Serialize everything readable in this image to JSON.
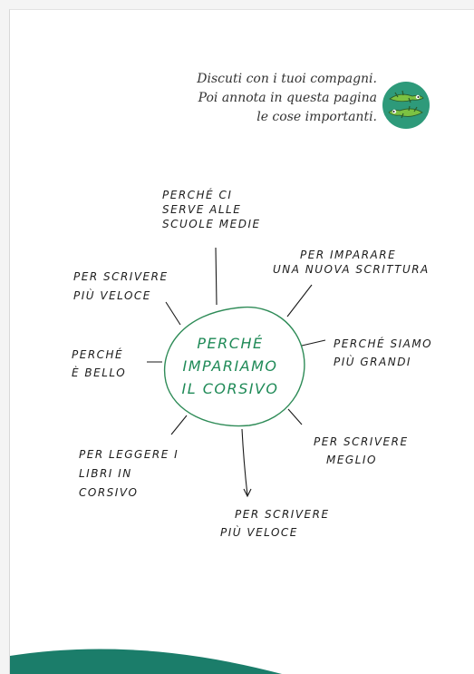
{
  "instructions": {
    "lines": [
      "Discuti con i tuoi compagni.",
      "Poi annota in questa pagina",
      "le cose importanti."
    ]
  },
  "diagram": {
    "center": {
      "lines": [
        "PERCHÉ",
        "IMPARIAMO",
        "IL CORSIVO"
      ]
    },
    "notes": [
      {
        "lines": [
          "PERCHÉ CI",
          "SERVE ALLE",
          "SCUOLE MEDIE"
        ]
      },
      {
        "lines": [
          "PER IMPARARE",
          "UNA NUOVA SCRITTURA"
        ]
      },
      {
        "lines": [
          "PER SCRIVERE",
          "PIÙ VELOCE"
        ]
      },
      {
        "lines": [
          "PERCHÉ SIAMO",
          "PIÙ GRANDI"
        ]
      },
      {
        "lines": [
          "PERCHÉ",
          "È BELLO"
        ]
      },
      {
        "lines": [
          "PER SCRIVERE",
          "MEGLIO"
        ]
      },
      {
        "lines": [
          "PER LEGGERE I",
          "LIBRI IN",
          "CORSIVO"
        ]
      },
      {
        "lines": [
          "PER SCRIVERE",
          "PIÙ VELOCE"
        ]
      }
    ]
  },
  "colors": {
    "circle": "#2e8b57",
    "center_text": "#1f8a57",
    "footer_wave": "#1b7d6a",
    "mascot_bg": "#2e9a7a",
    "mascot_creature": "#7cc242"
  },
  "icons": {
    "mascot": "green-lizards-icon"
  }
}
